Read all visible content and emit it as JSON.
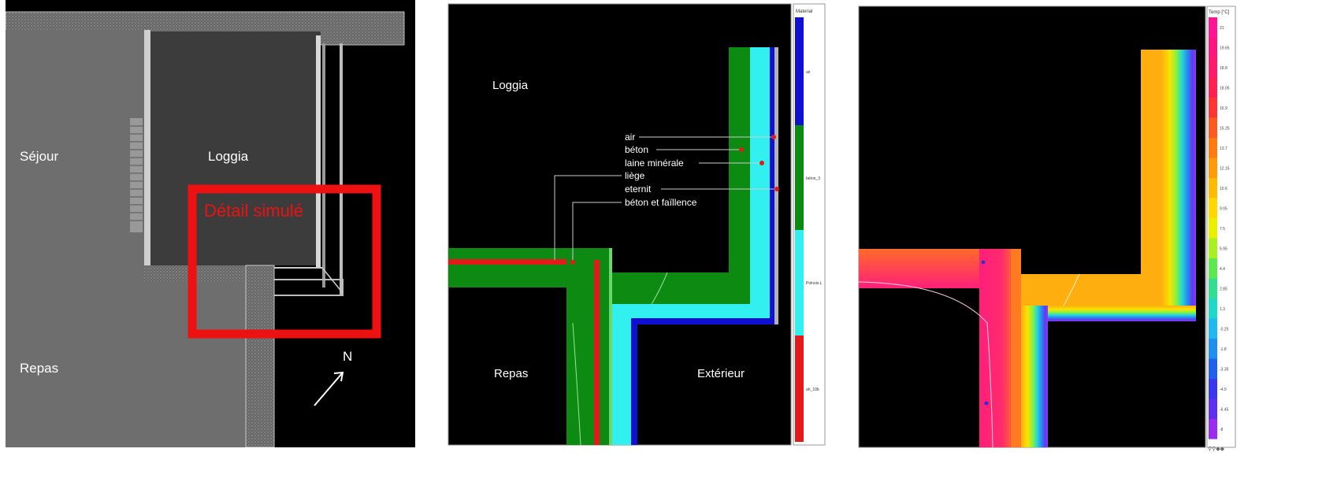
{
  "plan": {
    "rooms": {
      "sejour": "Séjour",
      "loggia": "Loggia",
      "repas": "Repas"
    },
    "detail_label": "Détail simulé",
    "north_label": "N"
  },
  "materials": {
    "rooms": {
      "loggia": "Loggia",
      "repas": "Repas",
      "exterieur": "Extérieur"
    },
    "callouts": [
      "air",
      "béton",
      "laine minérale",
      "liège",
      "eternit",
      "béton et faïllence"
    ],
    "legend_title": "Material",
    "legend_items": [
      "air",
      "béton_3",
      "Polnois.L",
      "ah_10b"
    ]
  },
  "thermal": {
    "legend_title": "Temp [°C]",
    "scale_ticks": [
      "21",
      "19.65",
      "18.8",
      "18.05",
      "16.9",
      "15.25",
      "13.7",
      "12.15",
      "10.6",
      "9.05",
      "7.5",
      "5.95",
      "4.4",
      "2.85",
      "1.3",
      "-0.25",
      "-1.8",
      "-3.35",
      "-4.9",
      "-6.45",
      "-8"
    ],
    "toolbar_glyphs": "⚲⚲◆◆"
  },
  "colors": {
    "plan_gray": "#6e6e6e",
    "loggia_gray": "#3a3a3a",
    "detail_red": "#ee1111",
    "air_blue": "#1010d0",
    "beton_green": "#0c8a12",
    "insulation_cyan": "#33f0f0",
    "tile_red": "#e21a1a",
    "thermal_warm": "#ff1f7a",
    "thermal_mid": "#ffae10",
    "thermal_cold": "#9933ff"
  }
}
